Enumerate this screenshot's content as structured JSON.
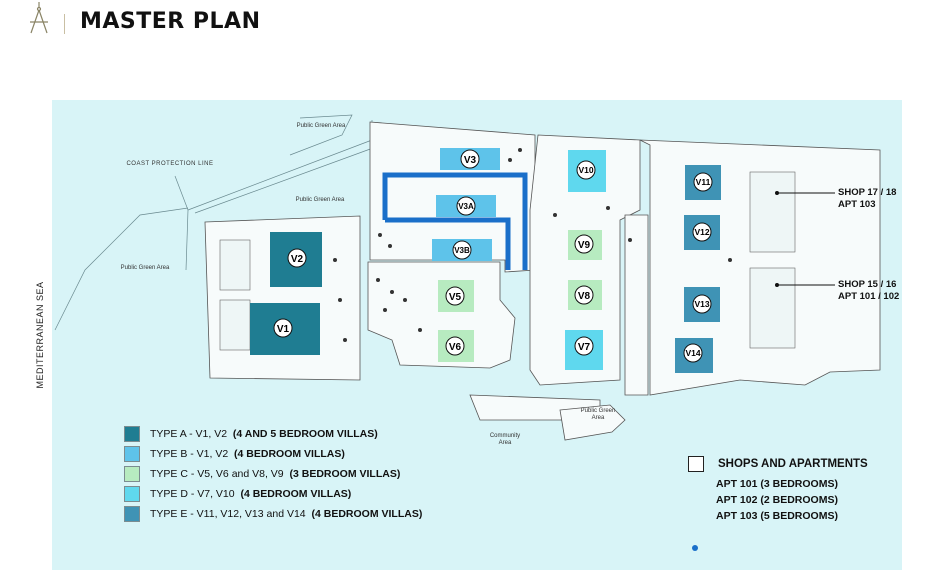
{
  "header": {
    "title": "MASTER PLAN",
    "logo_icon": "compass-icon"
  },
  "map": {
    "sea_label": "MEDITERRANEAN SEA",
    "area_labels": {
      "coast_line": "COAST PROTECTION LINE",
      "green_top": "Public Green Area",
      "green_mid": "Public Green Area",
      "green_left": "Public Green Area",
      "green_bottom": "Public Green Area",
      "community": "Community Area"
    },
    "villas": [
      {
        "id": "V1",
        "type": "A"
      },
      {
        "id": "V2",
        "type": "A"
      },
      {
        "id": "V3",
        "type": "B"
      },
      {
        "id": "V3A",
        "type": "B"
      },
      {
        "id": "V3B",
        "type": "B"
      },
      {
        "id": "V5",
        "type": "C"
      },
      {
        "id": "V6",
        "type": "C"
      },
      {
        "id": "V7",
        "type": "D"
      },
      {
        "id": "V8",
        "type": "C"
      },
      {
        "id": "V9",
        "type": "C"
      },
      {
        "id": "V10",
        "type": "D"
      },
      {
        "id": "V11",
        "type": "E"
      },
      {
        "id": "V12",
        "type": "E"
      },
      {
        "id": "V13",
        "type": "E"
      },
      {
        "id": "V14",
        "type": "E"
      }
    ],
    "callouts": [
      {
        "line1": "SHOP 17 / 18",
        "line2": "APT 103"
      },
      {
        "line1": "SHOP 15 / 16",
        "line2": "APT 101 / 102"
      }
    ],
    "highlight_color": "#1a6fc9"
  },
  "legend": [
    {
      "label": "TYPE A  - V1, V2",
      "detail": "(4 AND 5 BEDROOM VILLAS)",
      "color": "#1f7d92"
    },
    {
      "label": "TYPE B - V1, V2",
      "detail": "(4 BEDROOM VILLAS)",
      "color": "#5ec3ea"
    },
    {
      "label": "TYPE C  - V5, V6 and V8, V9",
      "detail": "(3 BEDROOM VILLAS)",
      "color": "#b7ebc0"
    },
    {
      "label": "TYPE D - V7, V10",
      "detail": "(4 BEDROOM VILLAS)",
      "color": "#5fd8ee"
    },
    {
      "label": "TYPE E  - V11, V12, V13 and V14",
      "detail": "(4 BEDROOM VILLAS)",
      "color": "#3f93b5"
    }
  ],
  "shops": {
    "title": "SHOPS AND APARTMENTS",
    "items": [
      "APT 101 (3 BEDROOMS)",
      "APT 102 (2 BEDROOMS)",
      "APT 103 (5 BEDROOMS)"
    ]
  }
}
